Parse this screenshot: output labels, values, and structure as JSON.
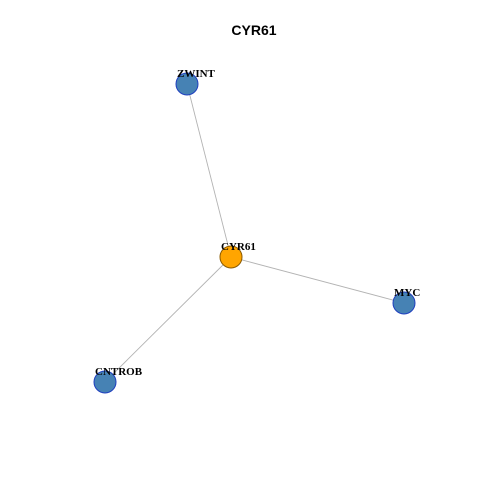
{
  "title": "CYR61",
  "colors": {
    "hub_fill": "#FFA500",
    "hub_stroke": "#8B5A00",
    "leaf_fill": "#4682B4",
    "node_stroke": "#1F3FBF",
    "edge": "#B3B3B3",
    "background": "#FFFFFF"
  },
  "nodes": [
    {
      "id": "CYR61",
      "label": "CYR61",
      "role": "hub"
    },
    {
      "id": "ZWINT",
      "label": "ZWINT",
      "role": "leaf"
    },
    {
      "id": "MYC",
      "label": "MYC",
      "role": "leaf"
    },
    {
      "id": "CNTROB",
      "label": "CNTROB",
      "role": "leaf"
    }
  ],
  "edges": [
    {
      "source": "CYR61",
      "target": "ZWINT"
    },
    {
      "source": "CYR61",
      "target": "MYC"
    },
    {
      "source": "CYR61",
      "target": "CNTROB"
    }
  ]
}
